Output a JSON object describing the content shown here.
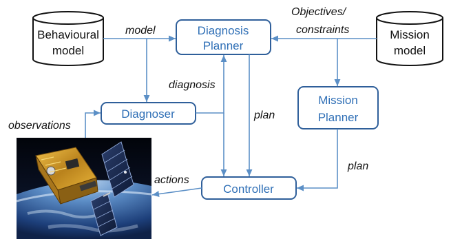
{
  "colors": {
    "box_stroke": "#2f5f9a",
    "box_text": "#2f6fb6",
    "arrow": "#5b8fc6",
    "cylinder_stroke": "#111111"
  },
  "nodes": {
    "behavioural_model": {
      "line1": "Behavioural",
      "line2": "model"
    },
    "mission_model": {
      "line1": "Mission",
      "line2": "model"
    },
    "diagnosis_planner": {
      "line1": "Diagnosis",
      "line2": "Planner"
    },
    "mission_planner": {
      "line1": "Mission",
      "line2": "Planner"
    },
    "diagnoser": {
      "label": "Diagnoser"
    },
    "controller": {
      "label": "Controller"
    }
  },
  "edges": {
    "model": "model",
    "objectives_line1": "Objectives/",
    "objectives_line2": "constraints",
    "diagnosis": "diagnosis",
    "plan_diagnosis": "plan",
    "plan_mission": "plan",
    "observations": "observations",
    "actions": "actions"
  },
  "image": {
    "subject": "satellite-in-orbit"
  }
}
